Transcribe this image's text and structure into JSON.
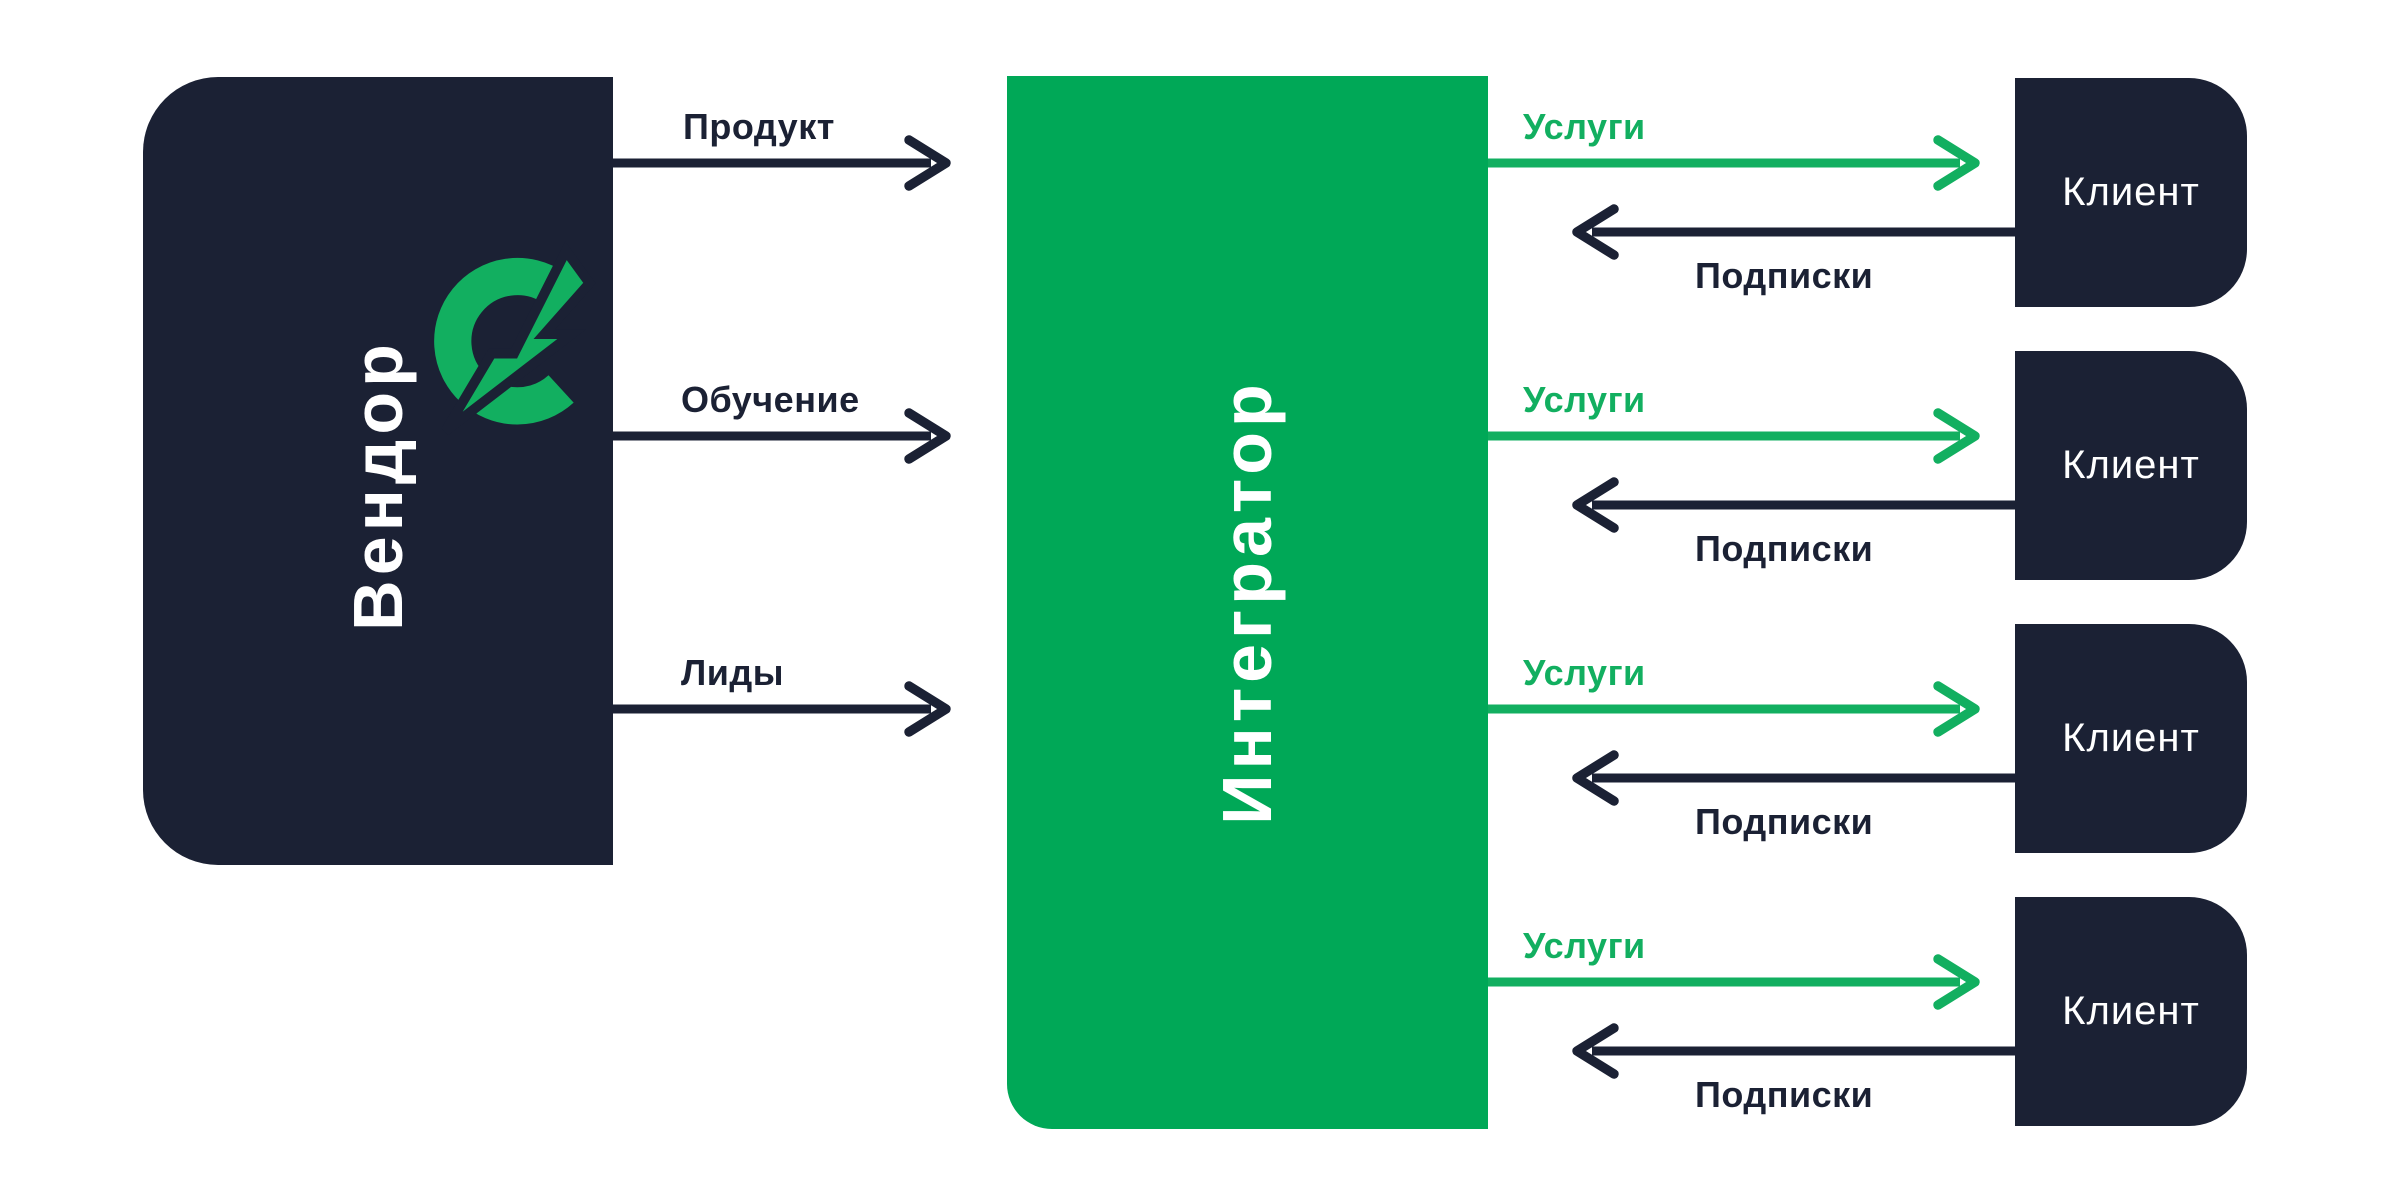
{
  "vendor": {
    "label": "Вендор",
    "logo_icon": "lightning-c-logo"
  },
  "integrator": {
    "label": "Интегратор"
  },
  "vendor_flows": [
    {
      "label": "Продукт"
    },
    {
      "label": "Обучение"
    },
    {
      "label": "Лиды"
    }
  ],
  "client_rows": [
    {
      "client_label": "Клиент",
      "service_label": "Услуги",
      "subscription_label": "Подписки"
    },
    {
      "client_label": "Клиент",
      "service_label": "Услуги",
      "subscription_label": "Подписки"
    },
    {
      "client_label": "Клиент",
      "service_label": "Услуги",
      "subscription_label": "Подписки"
    },
    {
      "client_label": "Клиент",
      "service_label": "Услуги",
      "subscription_label": "Подписки"
    }
  ],
  "colors": {
    "navy": "#1B2134",
    "green_box": "#00A857",
    "green_arrow": "#12AF60",
    "text_on_dark": "#FFFFFF",
    "background": "#FFFFFF"
  }
}
